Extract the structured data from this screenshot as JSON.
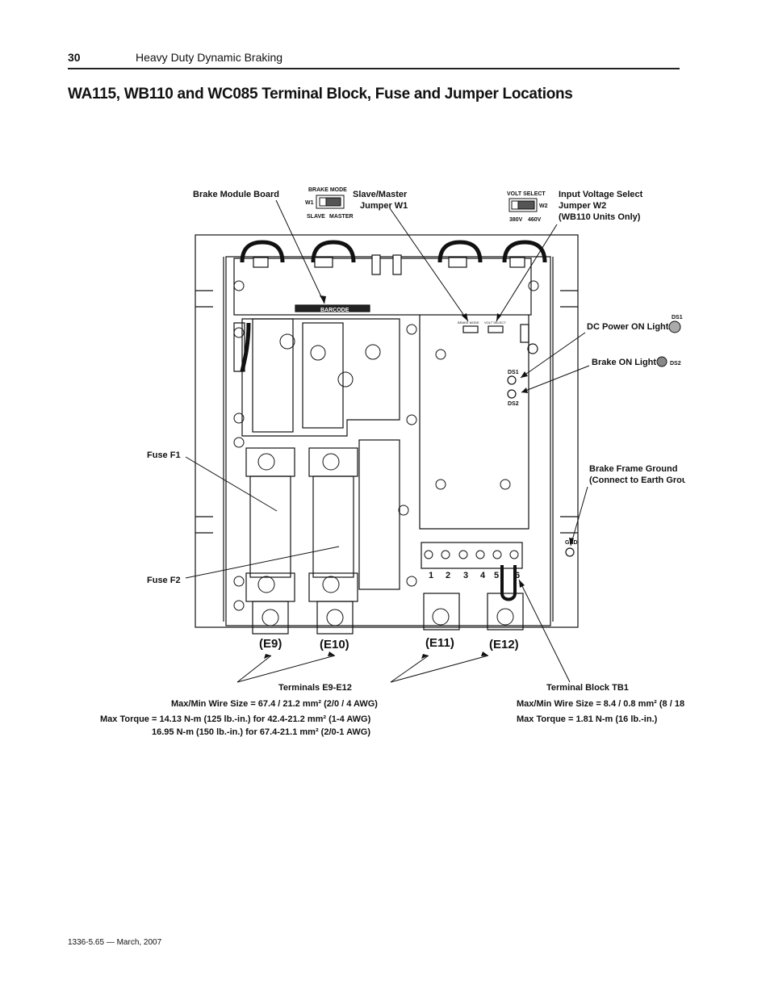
{
  "header": {
    "page_number": "30",
    "section": "Heavy Duty Dynamic Braking"
  },
  "title": "WA115, WB110 and WC085 Terminal Block, Fuse and Jumper Locations",
  "labels": {
    "brake_module_board": "Brake Module Board",
    "slave_master_line1": "Slave/Master",
    "slave_master_line2": "Jumper W1",
    "input_voltage_line1": "Input Voltage Select",
    "input_voltage_line2": "Jumper W2",
    "input_voltage_line3": "(WB110 Units Only)",
    "dc_power_on": "DC Power ON Light",
    "brake_on": "Brake ON Light",
    "fuse_f1": "Fuse F1",
    "fuse_f2": "Fuse F2",
    "brake_frame_ground_line1": "Brake Frame Ground",
    "brake_frame_ground_line2": "(Connect to Earth Groun",
    "ds1": "DS1",
    "ds2": "DS2",
    "gnd": "GND",
    "barcode": "BARCODE"
  },
  "jumper_w1_inset": {
    "title": "BRAKE MODE",
    "tag": "W1",
    "left": "SLAVE",
    "right": "MASTER"
  },
  "jumper_w2_inset": {
    "title": "VOLT SELECT",
    "tag": "W2",
    "left": "380V",
    "right": "460V"
  },
  "terminals": {
    "e9": "(E9)",
    "e10": "(E10)",
    "e11": "(E11)",
    "e12": "(E12)"
  },
  "tb1_numbers": [
    "1",
    "2",
    "3",
    "4",
    "5",
    "6"
  ],
  "specs_e9_e12": {
    "heading": "Terminals E9-E12",
    "wire_size": "Max/Min Wire Size = 67.4 / 21.2 mm² (2/0 / 4 AWG)",
    "torque_line1": "Max Torque = 14.13 N-m (125 lb.-in.) for 42.4-21.2 mm² (1-4 AWG)",
    "torque_line2": "16.95 N-m (150 lb.-in.) for 67.4-21.1 mm² (2/0-1 AWG)"
  },
  "specs_tb1": {
    "heading": "Terminal Block TB1",
    "wire_size": "Max/Min Wire Size = 8.4 / 0.8 mm² (8 / 18",
    "torque": "Max Torque = 1.81 N-m  (16 lb.-in.)"
  },
  "footer": "1336-5.65 — March, 2007"
}
